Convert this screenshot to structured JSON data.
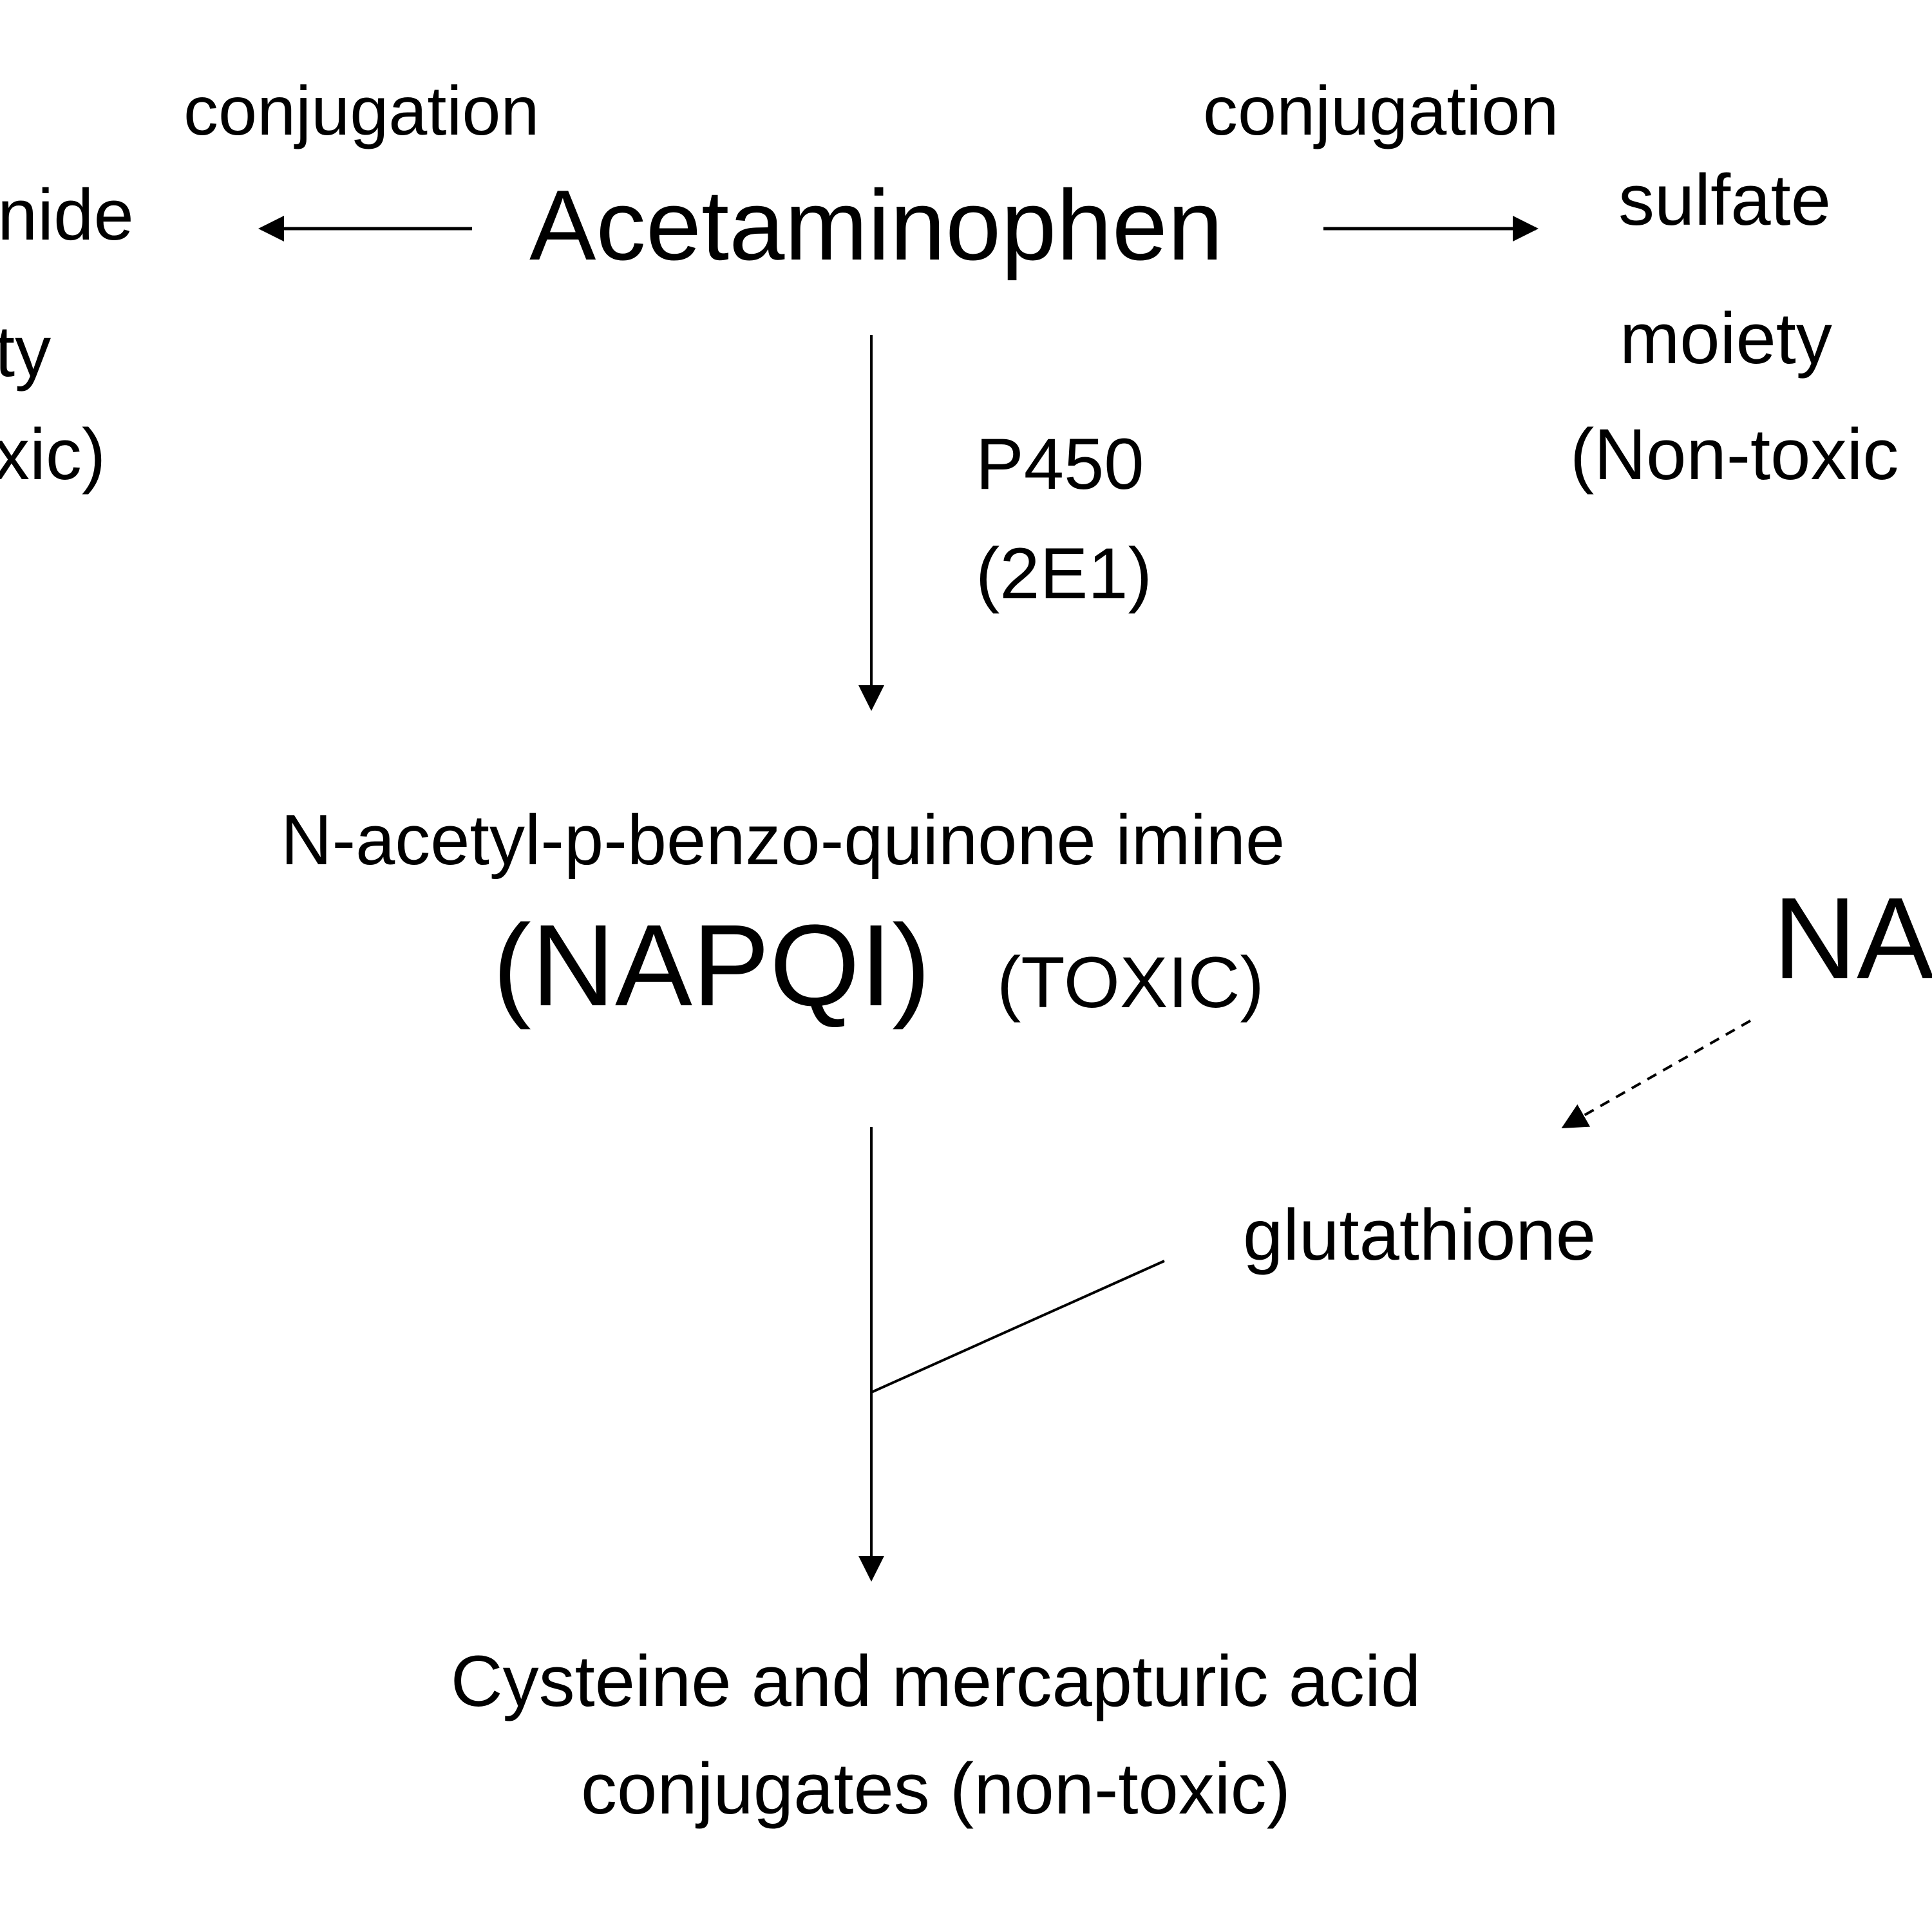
{
  "colors": {
    "background": "#ffffff",
    "ink": "#000000"
  },
  "top": {
    "left_label": "conjugation",
    "right_label": "conjugation",
    "center": "Acetaminophen"
  },
  "left_branch": {
    "line1": "nide",
    "line2": "ty",
    "line3": "xic)"
  },
  "right_branch": {
    "line1": "sulfate",
    "line2": "moiety",
    "line3": "(Non-toxic"
  },
  "enzyme": {
    "line1": "P450",
    "line2": "(2E1)"
  },
  "intermediate": {
    "full_name": "N-acetyl-p-benzo-quinone imine",
    "abbrev": "(NAPQI)",
    "toxicity": "(TOXIC)"
  },
  "edge_label": "NA",
  "cofactor": "glutathione",
  "product": {
    "line1": "Cysteine and mercapturic acid",
    "line2": "conjugates (non-toxic)"
  }
}
